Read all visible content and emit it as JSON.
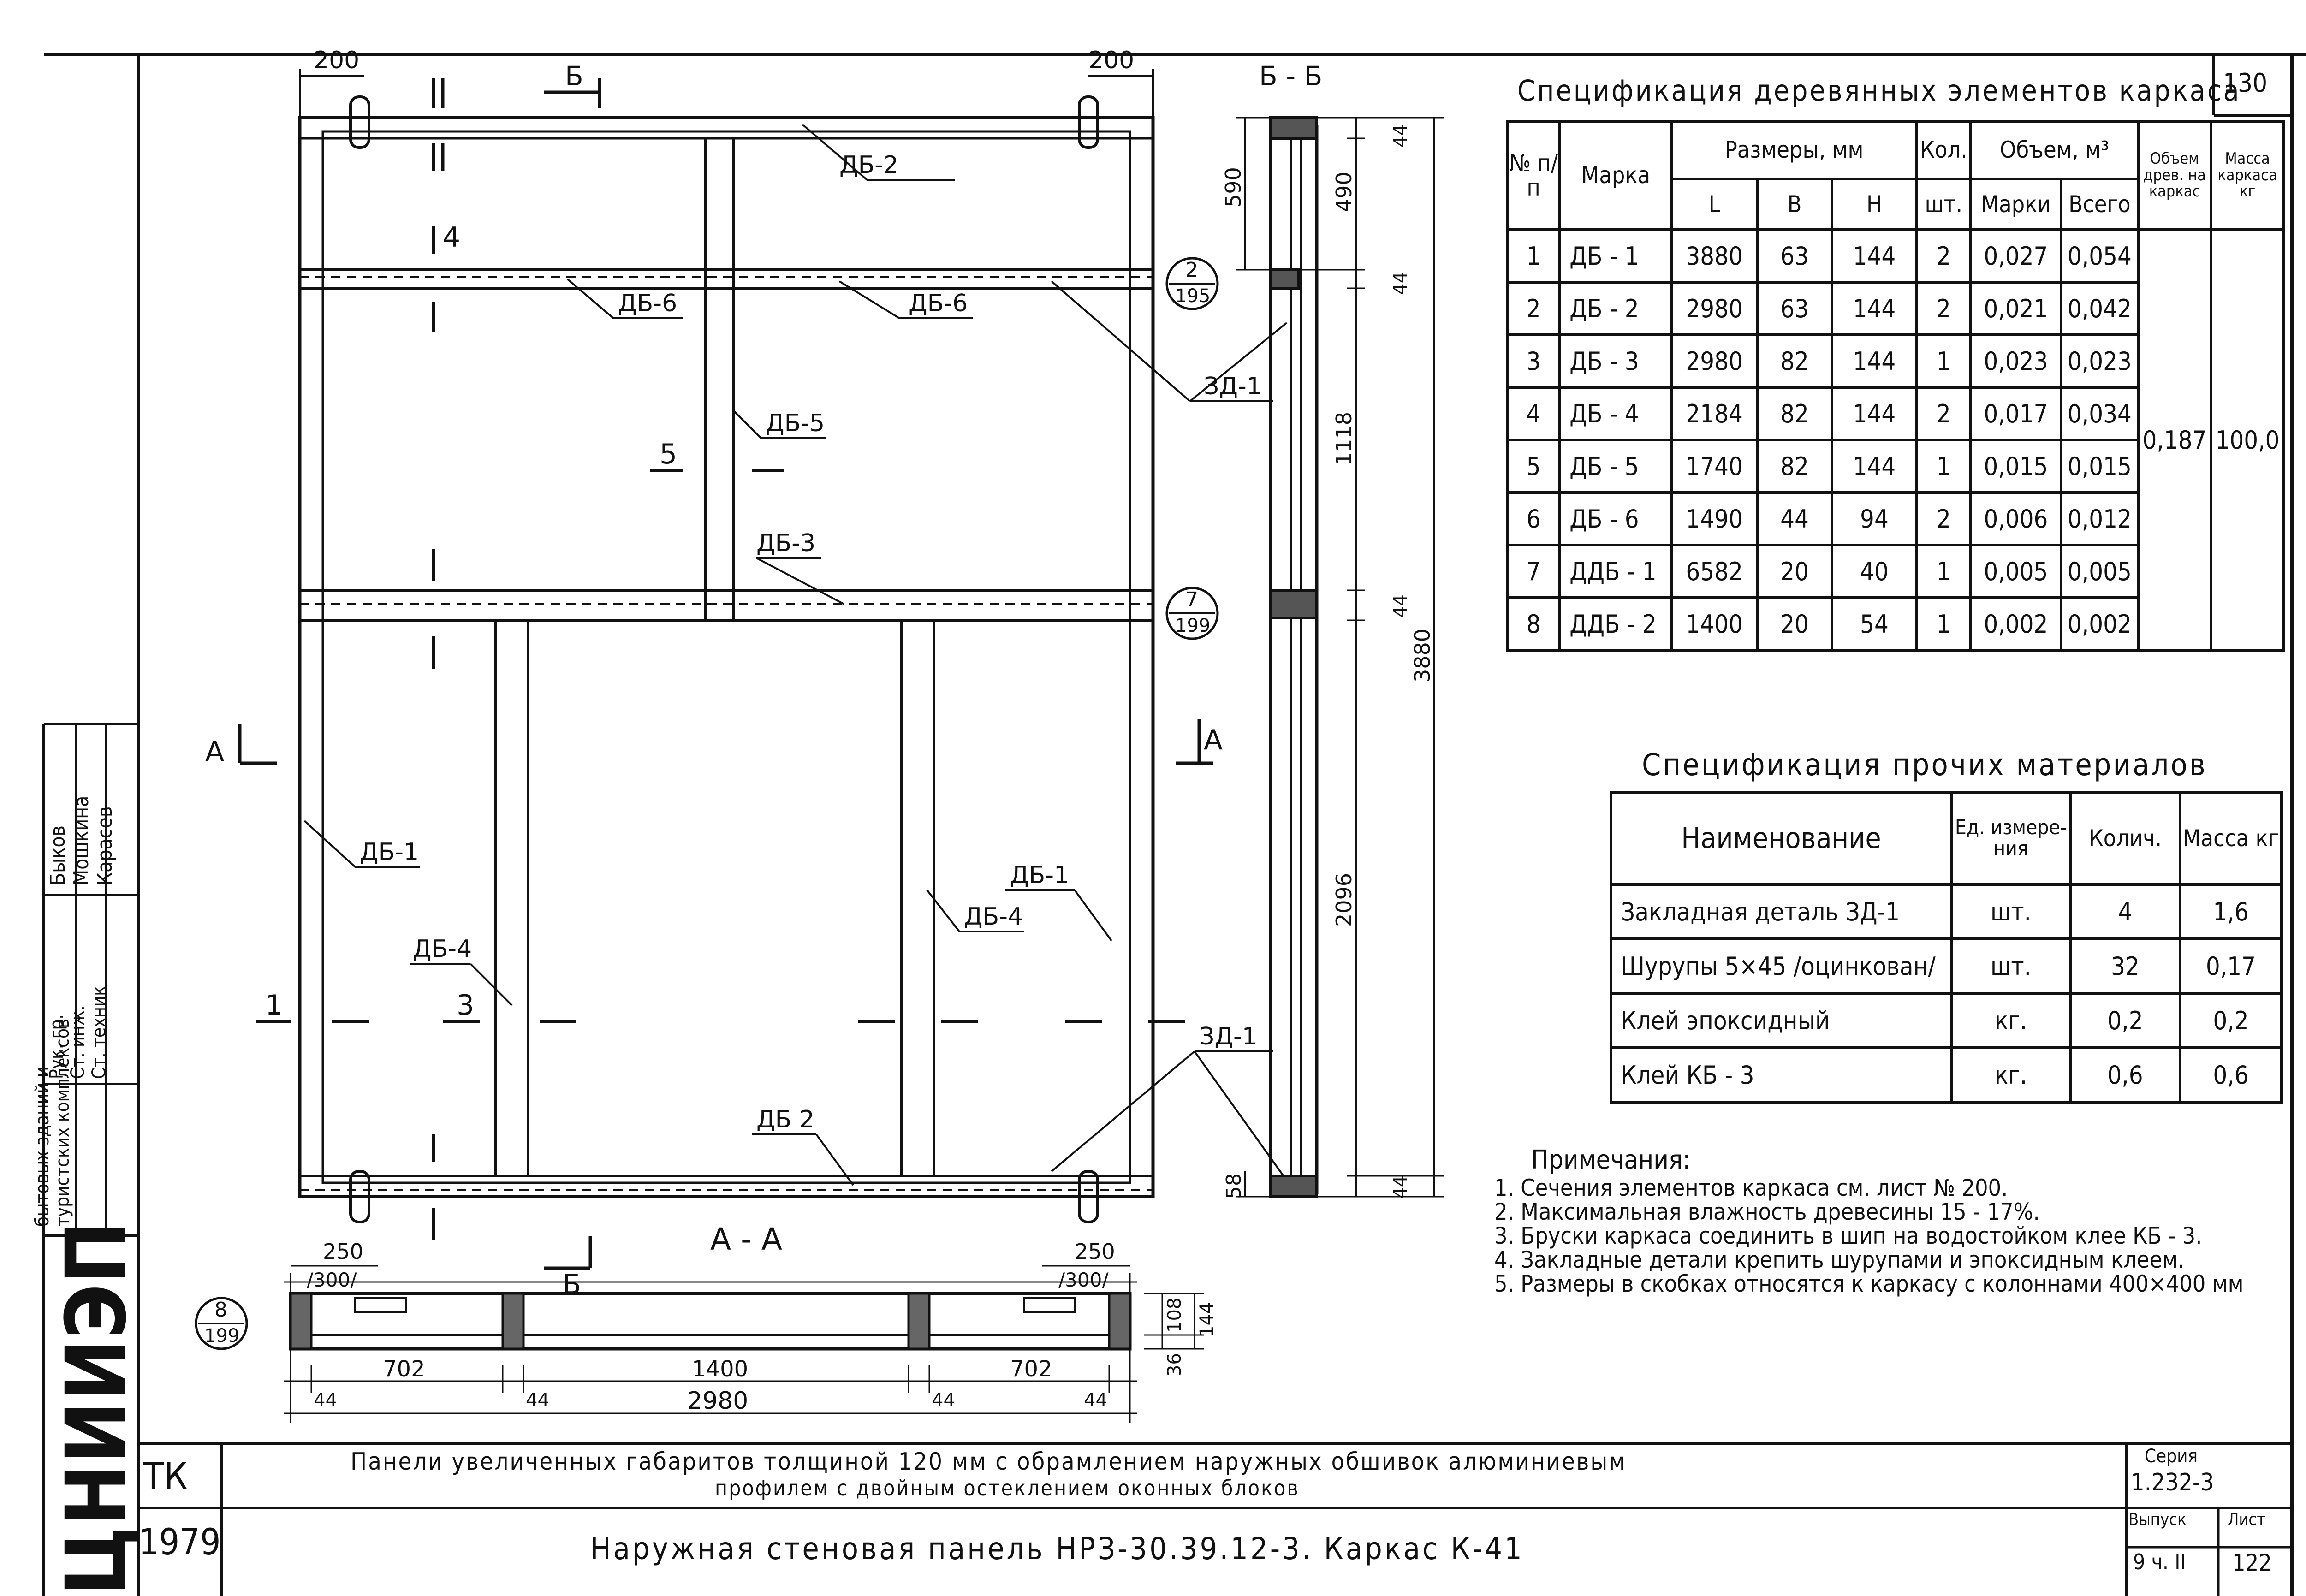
{
  "sheet_number_top": "130",
  "drawing": {
    "dims": {
      "top_left_offset": "200",
      "top_right_offset": "200",
      "bb_590": "590",
      "bb_490": "490",
      "bb_44a": "44",
      "bb_44b": "44",
      "bb_1118": "1118",
      "bb_44c": "44",
      "bb_3880": "3880",
      "bb_2096": "2096",
      "bb_58": "58",
      "bb_44d": "44",
      "aa_250l": "250",
      "aa_300l": "/300/",
      "aa_250r": "250",
      "aa_300r": "/300/",
      "aa_702l": "702",
      "aa_1400": "1400",
      "aa_702r": "702",
      "aa_2980": "2980",
      "aa_44a": "44",
      "aa_44b": "44",
      "aa_44c": "44",
      "aa_44d": "44",
      "aa_108": "108",
      "aa_144": "144",
      "aa_36": "36"
    },
    "labels": {
      "db1_left": "ДБ-1",
      "db1_right": "ДБ-1",
      "db2_top": "ДБ-2",
      "db2_bottom": "ДБ 2",
      "db3": "ДБ-3",
      "db4_left": "ДБ-4",
      "db4_right": "ДБ-4",
      "db5": "ДБ-5",
      "db6_left": "ДБ-6",
      "db6_right": "ДБ-6",
      "zd1_top": "ЗД-1",
      "zd1_bottom": "ЗД-1",
      "section_bb": "Б - Б",
      "section_aa": "А - А",
      "cut_a_left": "А",
      "cut_a_right": "А",
      "cut_b_top": "Б",
      "cut_b_bottom": "Б",
      "sec_1": "1",
      "sec_3": "3",
      "sec_4": "4",
      "sec_5": "5",
      "ref_2_195_top": "2",
      "ref_2_195_bot": "195",
      "ref_7_199_top": "7",
      "ref_7_199_bot": "199",
      "ref_8_199_top": "8",
      "ref_8_199_bot": "199"
    }
  },
  "spec_wood": {
    "title": "Спецификация деревянных элементов каркаса",
    "headers": {
      "num": "№ п/п",
      "mark": "Марка",
      "sizes": "Размеры, мм",
      "l": "L",
      "b": "B",
      "h": "H",
      "qty": "Кол.",
      "qty_unit": "шт.",
      "volume": "Объем, м³",
      "vol_mark": "Марки",
      "vol_total": "Всего",
      "vol_frame": "Объем древ. на каркас",
      "mass": "Масса каркаса кг"
    },
    "rows": [
      [
        "1",
        "ДБ - 1",
        "3880",
        "63",
        "144",
        "2",
        "0,027",
        "0,054"
      ],
      [
        "2",
        "ДБ - 2",
        "2980",
        "63",
        "144",
        "2",
        "0,021",
        "0,042"
      ],
      [
        "3",
        "ДБ - 3",
        "2980",
        "82",
        "144",
        "1",
        "0,023",
        "0,023"
      ],
      [
        "4",
        "ДБ - 4",
        "2184",
        "82",
        "144",
        "2",
        "0,017",
        "0,034"
      ],
      [
        "5",
        "ДБ - 5",
        "1740",
        "82",
        "144",
        "1",
        "0,015",
        "0,015"
      ],
      [
        "6",
        "ДБ - 6",
        "1490",
        "44",
        "94",
        "2",
        "0,006",
        "0,012"
      ],
      [
        "7",
        "ДДБ - 1",
        "6582",
        "20",
        "40",
        "1",
        "0,005",
        "0,005"
      ],
      [
        "8",
        "ДДБ - 2",
        "1400",
        "20",
        "54",
        "1",
        "0,002",
        "0,002"
      ]
    ],
    "frame_volume": "0,187",
    "frame_mass": "100,0"
  },
  "spec_other": {
    "title": "Спецификация прочих материалов",
    "headers": {
      "name": "Наименование",
      "unit": "Ед. измере- ния",
      "qty": "Колич.",
      "mass": "Масса кг"
    },
    "rows": [
      [
        "Закладная деталь ЗД-1",
        "шт.",
        "4",
        "1,6"
      ],
      [
        "Шурупы 5×45 /оцинкован/",
        "шт.",
        "32",
        "0,17"
      ],
      [
        "Клей эпоксидный",
        "кг.",
        "0,2",
        "0,2"
      ],
      [
        "Клей КБ - 3",
        "кг.",
        "0,6",
        "0,6"
      ]
    ]
  },
  "notes": {
    "title": "Примечания:",
    "items": [
      "1. Сечения элементов каркаса см. лист № 200.",
      "2. Максимальная влажность древесины 15 - 17%.",
      "3. Бруски каркаса соединить в шип на водостойком клее КБ - 3.",
      "4. Закладные детали крепить шурупами и эпоксидным клеем.",
      "5. Размеры в скобках относятся к каркасу с колоннами 400×400 мм"
    ]
  },
  "side_stamp": {
    "org": "ЦНИИЭП",
    "org_sub": "бытовых зданий и туристских комплексов",
    "roles": [
      "Рук. гр.",
      "Ст. инж.",
      "Ст. техник"
    ],
    "names": [
      "Быков",
      "Мошкина",
      "Карасев"
    ]
  },
  "title_block": {
    "tk": "ТК",
    "year": "1979",
    "line1": "Панели увеличенных габаритов толщиной 120 мм с обрамлением наружных обшивок алюминиевым",
    "line2": "профилем с двойным остеклением оконных блоков",
    "main": "Наружная стеновая панель НРЗ-30.39.12-3. Каркас К-41",
    "series_label": "Серия",
    "series": "1.232-3",
    "issue_label": "Выпуск",
    "issue": "9 ч. II",
    "sheet_label": "Лист",
    "sheet": "122"
  }
}
